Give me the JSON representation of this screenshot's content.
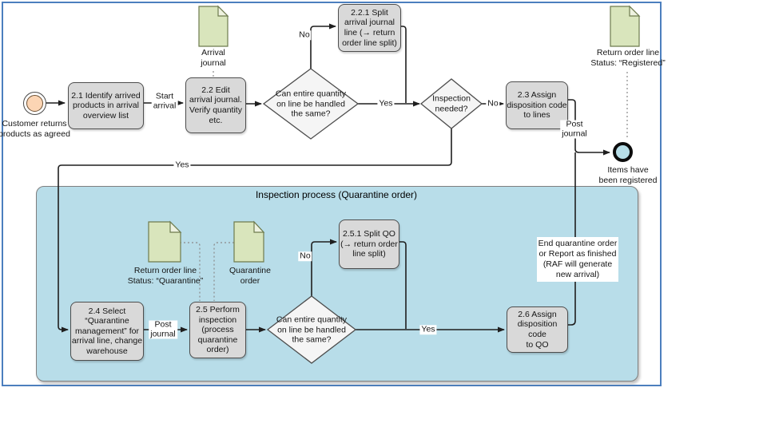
{
  "diagram": {
    "container_title": "Inspection process (Quarantine order)",
    "events": {
      "start_label": "Customer returns\nproducts as agreed",
      "end_label": "Items have\nbeen registered"
    },
    "tasks": {
      "t21": "2.1 Identify arrived\nproducts in arrival\noverview list",
      "t22": "2.2  Edit\narrival journal.\nVerify quantity\netc.",
      "t221": "2.2.1 Split\narrival journal\nline (→ return\norder line split)",
      "t23": "2.3 Assign\ndisposition code\nto lines",
      "t24": "2.4 Select\n“Quarantine\nmanagement” for\narrival line, change\nwarehouse",
      "t25": "2.5 Perform\ninspection\n(process\nquarantine\norder)",
      "t251": "2.5.1 Split QO\n(→ return order\nline split)",
      "t26": "2.6 Assign\ndisposition code\nto QO"
    },
    "gateways": {
      "g1": "Can entire quantity\non line be handled\nthe same?",
      "g2": "Inspection\nneeded?",
      "g3": "Can entire quantity\non line be handled\nthe same?"
    },
    "documents": {
      "arrival_journal": "Arrival\njournal",
      "return_registered": "Return order line\nStatus: “Registered”",
      "return_quarantine": "Return order line\nStatus: “Quarantine”",
      "quarantine_order": "Quarantine\norder"
    },
    "flow_labels": {
      "start_arrival": "Start\narrival",
      "no_split_line": "No",
      "yes_same": "Yes",
      "no_inspection": "No",
      "post_journal_top": "Post\njournal",
      "yes_inspection": "Yes",
      "post_journal_inner": "Post\njournal",
      "no_split_qo": "No",
      "yes_same_qo": "Yes"
    },
    "annotation": "End quarantine order\nor Report as finished\n(RAF will generate\nnew arrival)",
    "colors": {
      "task_fill": "#d9d9d9",
      "container_fill": "#b8dde9",
      "document_fill": "#d9e5bc",
      "document_fold": "#eef2e0",
      "start_fill": "#fcd5b4",
      "end_fill": "#b7dee8",
      "frame_border": "#4c7fbe"
    }
  }
}
